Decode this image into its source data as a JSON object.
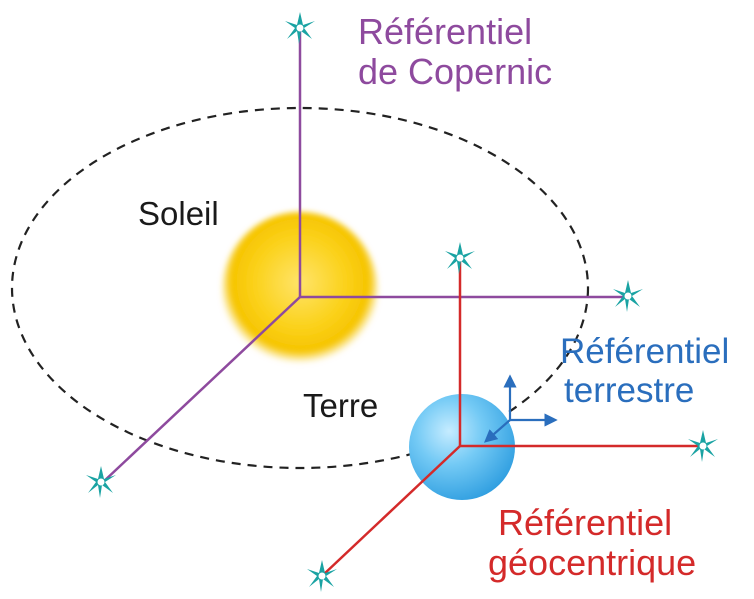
{
  "labels": {
    "copernic": {
      "line1": "Référentiel",
      "line2": "de Copernic"
    },
    "soleil": "Soleil",
    "terre": "Terre",
    "terrestre": {
      "line1": "Référentiel",
      "line2": "terrestre"
    },
    "geocentrique": {
      "line1": "Référentiel",
      "line2": "géocentrique"
    }
  },
  "colors": {
    "copernic": "#8e4a9e",
    "geocentrique": "#d42a2a",
    "terrestre": "#2a6ebd",
    "star": "#1aa3a3",
    "sun": "#f7c800",
    "earth": "#4eb8ee",
    "orbit": "#222222"
  },
  "icons": {
    "star": "star-icon",
    "sun": "sun-icon",
    "earth": "earth-icon"
  }
}
